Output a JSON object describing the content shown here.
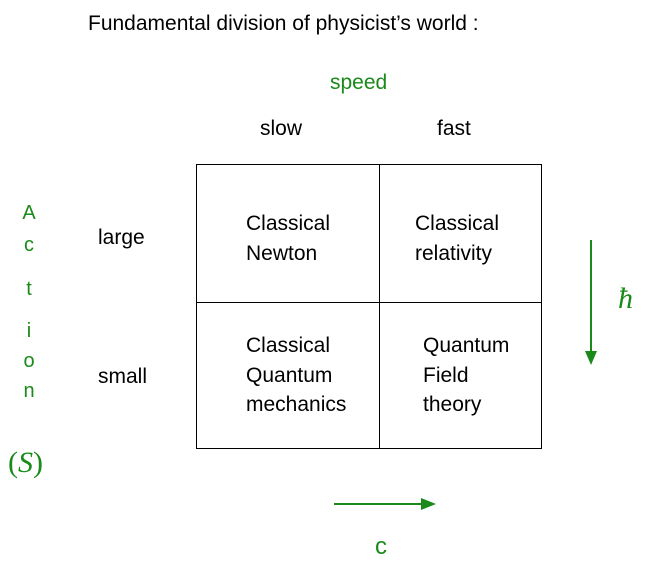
{
  "title": "Fundamental division of physicist’s world :",
  "speed_label": "speed",
  "columns": [
    "slow",
    "fast"
  ],
  "rows": [
    "large",
    "small"
  ],
  "cells": {
    "top_left": [
      "Classical",
      "Newton"
    ],
    "top_right": [
      "Classical",
      "relativity"
    ],
    "bottom_left": [
      "Classical",
      "Quantum",
      "mechanics"
    ],
    "bottom_right": [
      "Quantum",
      "Field",
      "theory"
    ]
  },
  "action_letters": [
    "A",
    "c",
    "t",
    "i",
    "o",
    "n"
  ],
  "action_symbol": "(S)",
  "action_symbol_letter": "S",
  "hbar_symbol": "ħ",
  "c_label": "c",
  "colors": {
    "accent_green": "#1a8a1a",
    "grid_line": "#000000"
  }
}
